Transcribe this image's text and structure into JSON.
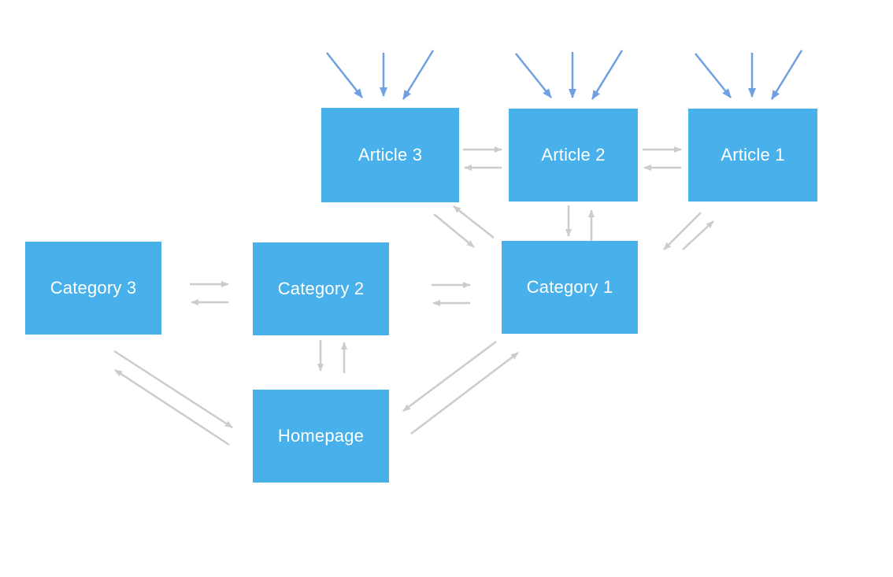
{
  "colors": {
    "node_fill": "#48b0ea",
    "node_text": "#ffffff",
    "link_arrow": "#cccccc",
    "external_arrow": "#6ea0e3",
    "background": "#ffffff"
  },
  "nodes": {
    "article_3": "Article 3",
    "article_2": "Article 2",
    "article_1": "Article 1",
    "category_3": "Category 3",
    "category_2": "Category 2",
    "category_1": "Category 1",
    "homepage": "Homepage"
  },
  "links": [
    {
      "from": "Article 3",
      "to": "Article 2",
      "bidirectional": true
    },
    {
      "from": "Article 2",
      "to": "Article 1",
      "bidirectional": true
    },
    {
      "from": "Article 3",
      "to": "Category 1",
      "bidirectional": true
    },
    {
      "from": "Article 2",
      "to": "Category 1",
      "bidirectional": true
    },
    {
      "from": "Article 1",
      "to": "Category 1",
      "bidirectional": true
    },
    {
      "from": "Category 3",
      "to": "Category 2",
      "bidirectional": true
    },
    {
      "from": "Category 2",
      "to": "Category 1",
      "bidirectional": true
    },
    {
      "from": "Category 2",
      "to": "Homepage",
      "bidirectional": true
    },
    {
      "from": "Category 3",
      "to": "Homepage",
      "bidirectional": true
    },
    {
      "from": "Category 1",
      "to": "Homepage",
      "bidirectional": true
    }
  ],
  "incoming_external_links": [
    {
      "to": "Article 3",
      "count": 3
    },
    {
      "to": "Article 2",
      "count": 3
    },
    {
      "to": "Article 1",
      "count": 3
    }
  ]
}
